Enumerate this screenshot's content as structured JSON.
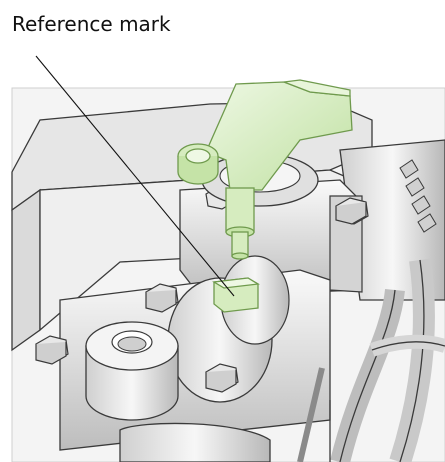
{
  "callout": {
    "label": "Reference mark"
  },
  "colors": {
    "part_highlight": "#d6ecbf",
    "part_highlight_stroke": "#7fa85c",
    "metal_light": "#f2f2f2",
    "metal_mid": "#d8d8d8",
    "metal_dark": "#a8a8a8",
    "outline": "#3a3a3a",
    "frame_panel": "#e9e9e9"
  },
  "icons": [
    "sensor-component",
    "reference-mark-block",
    "hex-bolt"
  ]
}
